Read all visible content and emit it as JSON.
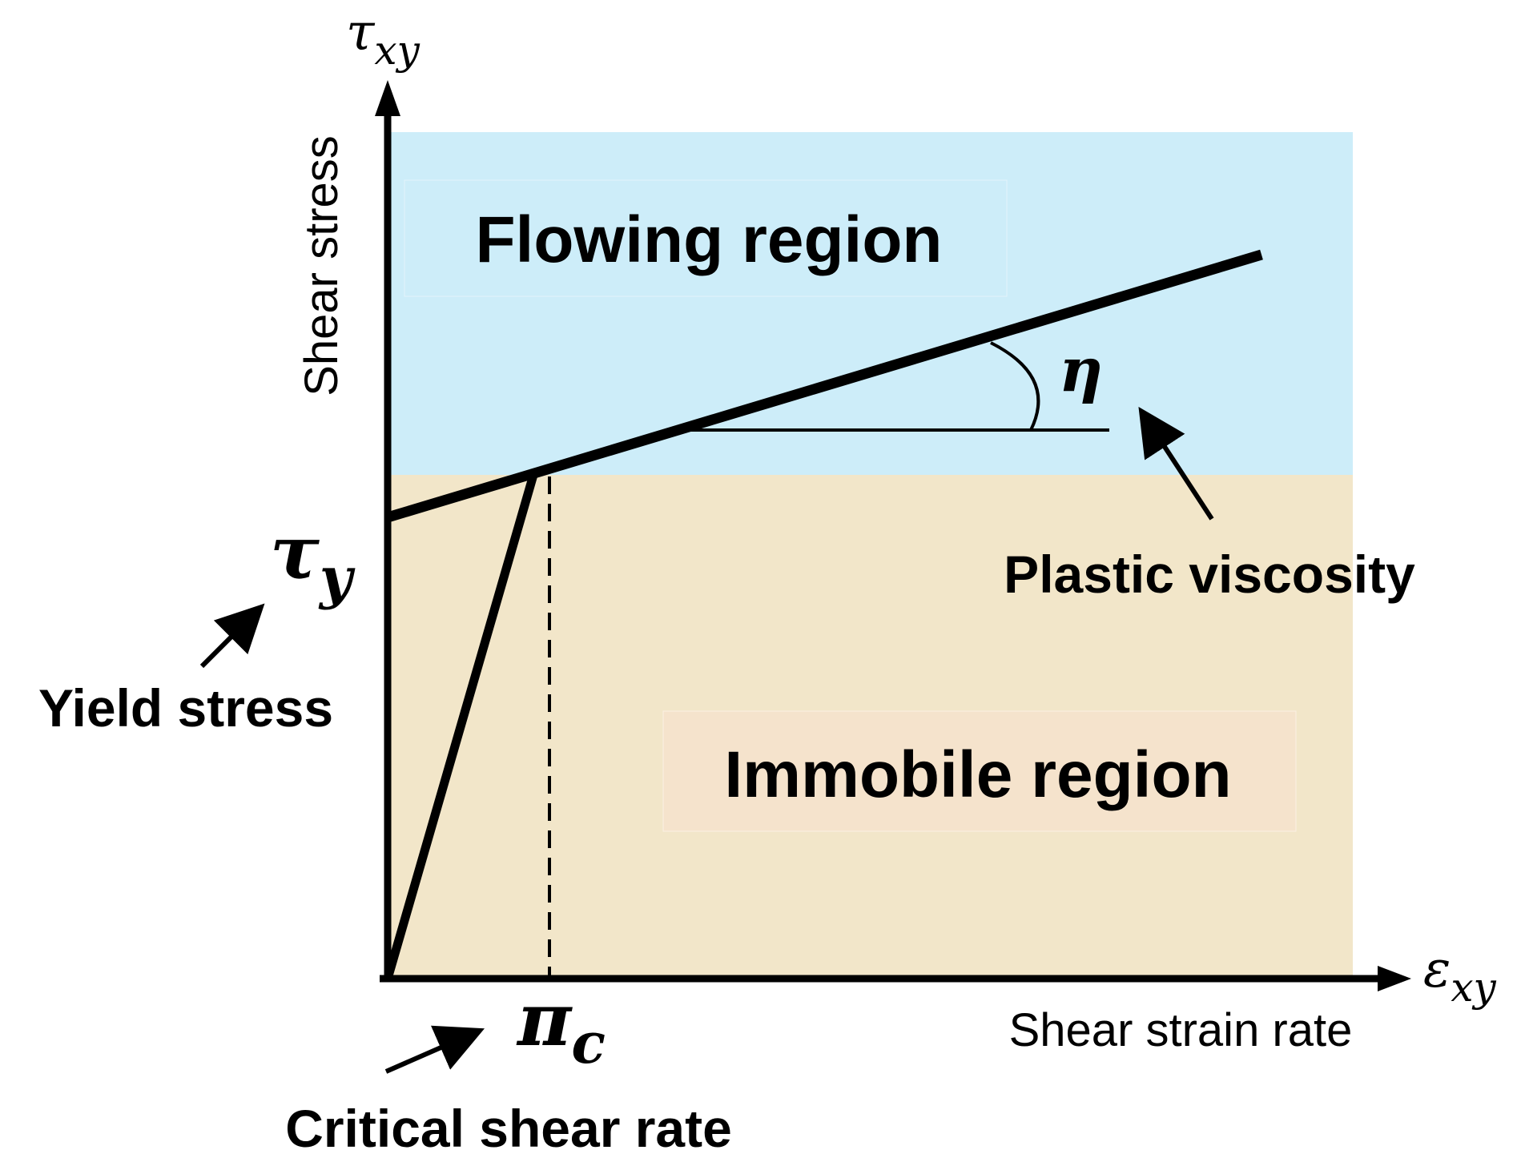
{
  "regions": {
    "flowing": {
      "label": "Flowing region",
      "color": "#cdedf9"
    },
    "immobile": {
      "label": "Immobile region",
      "color": "#f2e6c9",
      "label_bg": "#f5e3cc"
    }
  },
  "axes": {
    "y_symbol_main": "τ",
    "y_symbol_sub": "xy",
    "y_title": "Shear stress",
    "x_symbol_main": "ε",
    "x_symbol_sub": "xy",
    "x_title": "Shear strain rate"
  },
  "annotations": {
    "yield_symbol_main": "τ",
    "yield_symbol_sub": "y",
    "yield_label": "Yield stress",
    "critical_symbol_main": "π",
    "critical_symbol_sub": "c",
    "critical_label": "Critical shear rate",
    "viscosity_symbol": "η",
    "viscosity_label": "Plastic viscosity"
  }
}
